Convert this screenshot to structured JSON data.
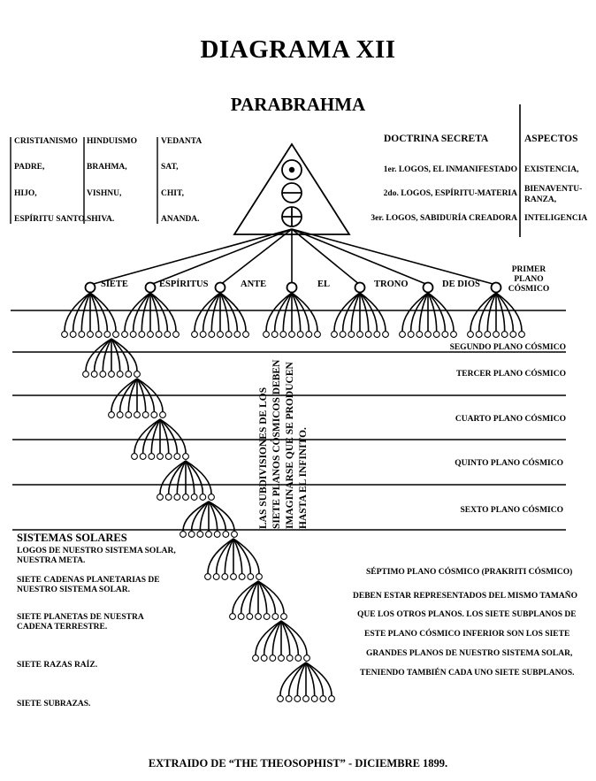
{
  "title": "DIAGRAMA XII",
  "subtitle": "PARABRAHMA",
  "religions": {
    "headers": [
      "CRISTIANISMO",
      "HINDUISMO",
      "VEDANTA"
    ],
    "cristianismo": [
      "PADRE,",
      "HIJO,",
      "ESPÍRITU SANTO."
    ],
    "hinduismo": [
      "BRAHMA,",
      "VISHNU,",
      "SHIVA."
    ],
    "vedanta": [
      "SAT,",
      "CHIT,",
      "ANANDA."
    ]
  },
  "doctrina": {
    "header": "DOCTRINA SECRETA",
    "logos": [
      "1er. LOGOS, EL INMANIFESTADO",
      "2do. LOGOS, ESPÍRITU-MATERIA",
      "3er. LOGOS, SABIDURÍA CREADORA"
    ]
  },
  "aspectos": {
    "header": "ASPECTOS",
    "items": [
      "EXISTENCIA,",
      "BIENAVENTU-",
      "RANZA,",
      "INTELIGENCIA"
    ]
  },
  "spirits_words": [
    "SIETE",
    "ESPÍRITUS",
    "ANTE",
    "EL",
    "TRONO",
    "DE DIOS"
  ],
  "primer_plano": [
    "PRIMER",
    "PLANO",
    "CÓSMICO"
  ],
  "planes": [
    "SEGUNDO PLANO CÓSMICO",
    "TERCER PLANO CÓSMICO",
    "CUARTO PLANO CÓSMICO",
    "QUINTO PLANO CÓSMICO",
    "SEXTO PLANO CÓSMICO"
  ],
  "vertical_text": [
    "LAS SUBDIVISIONES DE LOS",
    "SIETE PLANOS CÓSMICOS DEBEN",
    "IMAGINARSE QUE SE PRODUCEN",
    "HASTA EL INFINITO."
  ],
  "sistemas": {
    "header": "SISTEMAS SOLARES",
    "items": [
      "LOGOS DE NUESTRO SISTEMA SOLAR,",
      "NUESTRA META.",
      "SIETE CADENAS PLANETARIAS DE",
      "NUESTRO SISTEMA SOLAR.",
      "SIETE PLANETAS DE NUESTRA",
      "CADENA TERRESTRE.",
      "SIETE RAZAS RAÍZ.",
      "SIETE SUBRAZAS."
    ]
  },
  "septimo": [
    "SÉPTIMO PLANO CÓSMICO (PRAKRITI CÓSMICO)",
    "DEBEN ESTAR REPRESENTADOS DEL MISMO TAMAÑO",
    "QUE LOS OTROS PLANOS. LOS SIETE SUBPLANOS DE",
    "ESTE PLANO CÓSMICO INFERIOR SON LOS SIETE",
    "GRANDES PLANOS DE NUESTRO SISTEMA SOLAR,",
    "TENIENDO TAMBIÉN CADA UNO SIETE SUBPLANOS."
  ],
  "footer": "EXTRAIDO DE “THE THEOSOPHIST” - DICIEMBRE 1899."
}
